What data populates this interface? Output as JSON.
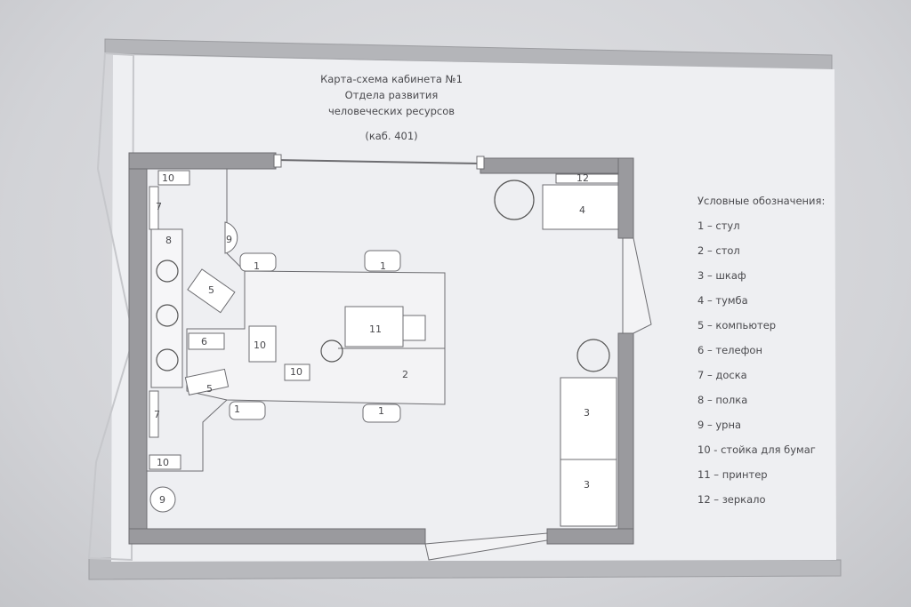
{
  "title": {
    "line1": "Карта-схема кабинета №1",
    "line2": "Отдела развития",
    "line3": "человеческих ресурсов",
    "room": "(каб. 401)"
  },
  "legend": {
    "heading": "Условные обозначения:",
    "items": [
      "1 – стул",
      "2 – стол",
      "3 – шкаф",
      "4 – тумба",
      "5 – компьютер",
      "6 – телефон",
      "7 – доска",
      "8 – полка",
      "9 – урна",
      "10 - стойка для бумаг",
      "11 – принтер",
      "12 – зеркало"
    ]
  },
  "plan_labels": {
    "chair": "1",
    "table": "2",
    "cabinet": "3",
    "nightstand": "4",
    "computer": "5",
    "phone": "6",
    "board": "7",
    "shelf": "8",
    "bin": "9",
    "paper_stand": "10",
    "printer": "11",
    "mirror": "12"
  },
  "colors": {
    "wall": "#9a9a9e",
    "paper": "#eeeff2",
    "ink": "#4a4a4e"
  }
}
